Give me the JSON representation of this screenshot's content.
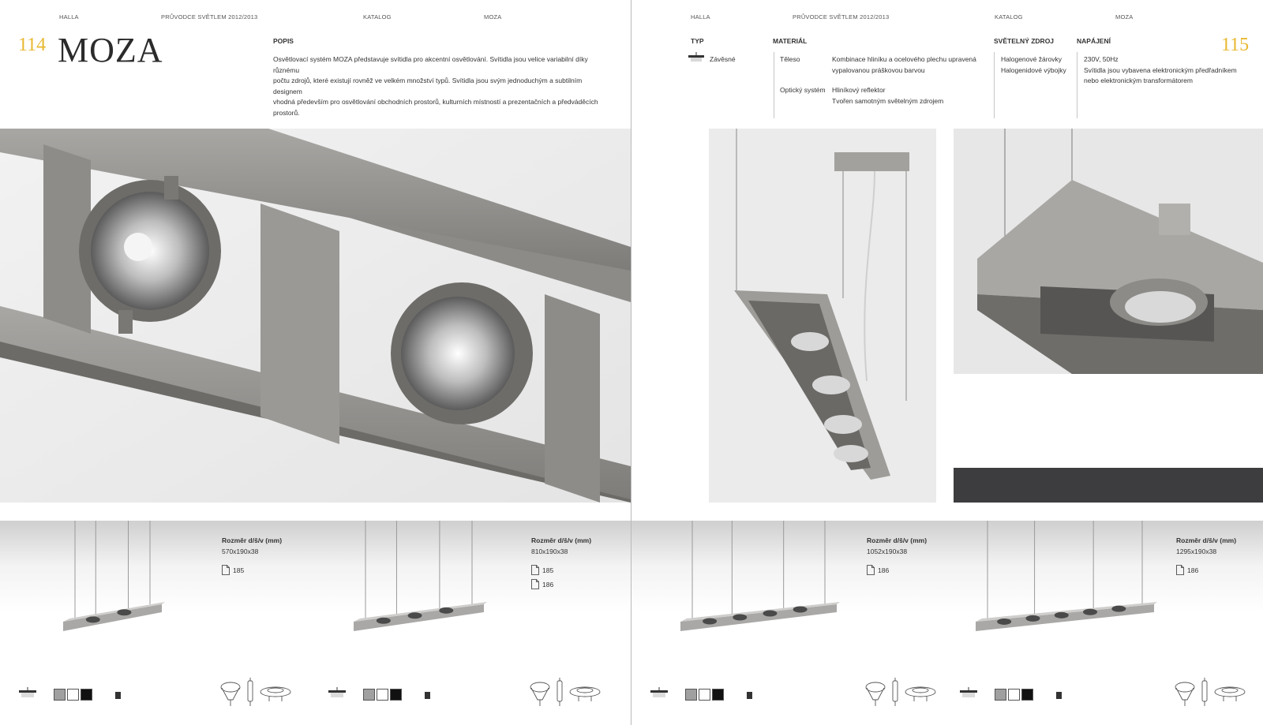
{
  "running_heads": {
    "left": [
      "HALLA",
      "PRŮVODCE SVĚTLEM 2012/2013",
      "KATALOG",
      "MOZA"
    ],
    "right": [
      "HALLA",
      "PRŮVODCE SVĚTLEM 2012/2013",
      "KATALOG",
      "MOZA"
    ]
  },
  "page_left": {
    "number": "114",
    "title": "MOZA"
  },
  "page_right": {
    "number": "115"
  },
  "popis": {
    "heading": "POPIS",
    "lines": [
      "Osvětlovací systém MOZA představuje svítidla pro akcentní osvětlování. Svítidla jsou velice variabilní díky různému",
      "počtu zdrojů, které existují rovněž ve velkém množství typů. Svítidla jsou svým jednoduchým a subtilním designem",
      "vhodná především pro osvětlování obchodních prostorů, kulturních místností a prezentačních a předváděcích",
      "prostorů."
    ]
  },
  "specs": {
    "typ": {
      "heading": "TYP",
      "value": "Závěsné"
    },
    "material": {
      "heading": "MATERIÁL",
      "rows": [
        {
          "label": "Těleso",
          "value_lines": [
            "Kombinace hliníku a ocelového plechu upravená",
            "vypalovanou práškovou barvou"
          ]
        },
        {
          "label": "Optický systém",
          "value_lines": [
            "Hliníkový reflektor",
            "Tvořen samotným světelným zdrojem"
          ]
        }
      ]
    },
    "zdroj": {
      "heading": "SVĚTELNÝ ZDROJ",
      "lines": [
        "Halogenové žárovky",
        "Halogenidové výbojky"
      ]
    },
    "napajeni": {
      "heading": "NAPÁJENÍ",
      "lines": [
        "230V, 50Hz",
        "Svítidla jsou vybavena elektronickým předřadníkem",
        "nebo elektronickým transformátorem"
      ]
    }
  },
  "variants": [
    {
      "dim_label": "Rozměr d/š/v (mm)",
      "dims": "570x190x38",
      "pages": [
        "185"
      ],
      "spots": 2
    },
    {
      "dim_label": "Rozměr d/š/v (mm)",
      "dims": "810x190x38",
      "pages": [
        "185",
        "186"
      ],
      "spots": 3
    },
    {
      "dim_label": "Rozměr d/š/v (mm)",
      "dims": "1052x190x38",
      "pages": [
        "186"
      ],
      "spots": 4
    },
    {
      "dim_label": "Rozměr d/š/v (mm)",
      "dims": "1295x190x38",
      "pages": [
        "186"
      ],
      "spots": 5
    }
  ],
  "colors": {
    "accent": "#e8b830",
    "swatch_grey": "#a0a0a0",
    "swatch_white": "#ffffff",
    "swatch_black": "#111111",
    "dark_band": "#3d3c3f"
  },
  "icons": [
    "pendant-type-icon",
    "color-swatches",
    "mini-fixture-icon",
    "lamp-reflector-icon",
    "discharge-lamp-icon",
    "metal-halide-lamp-icon",
    "document-page-icon"
  ]
}
